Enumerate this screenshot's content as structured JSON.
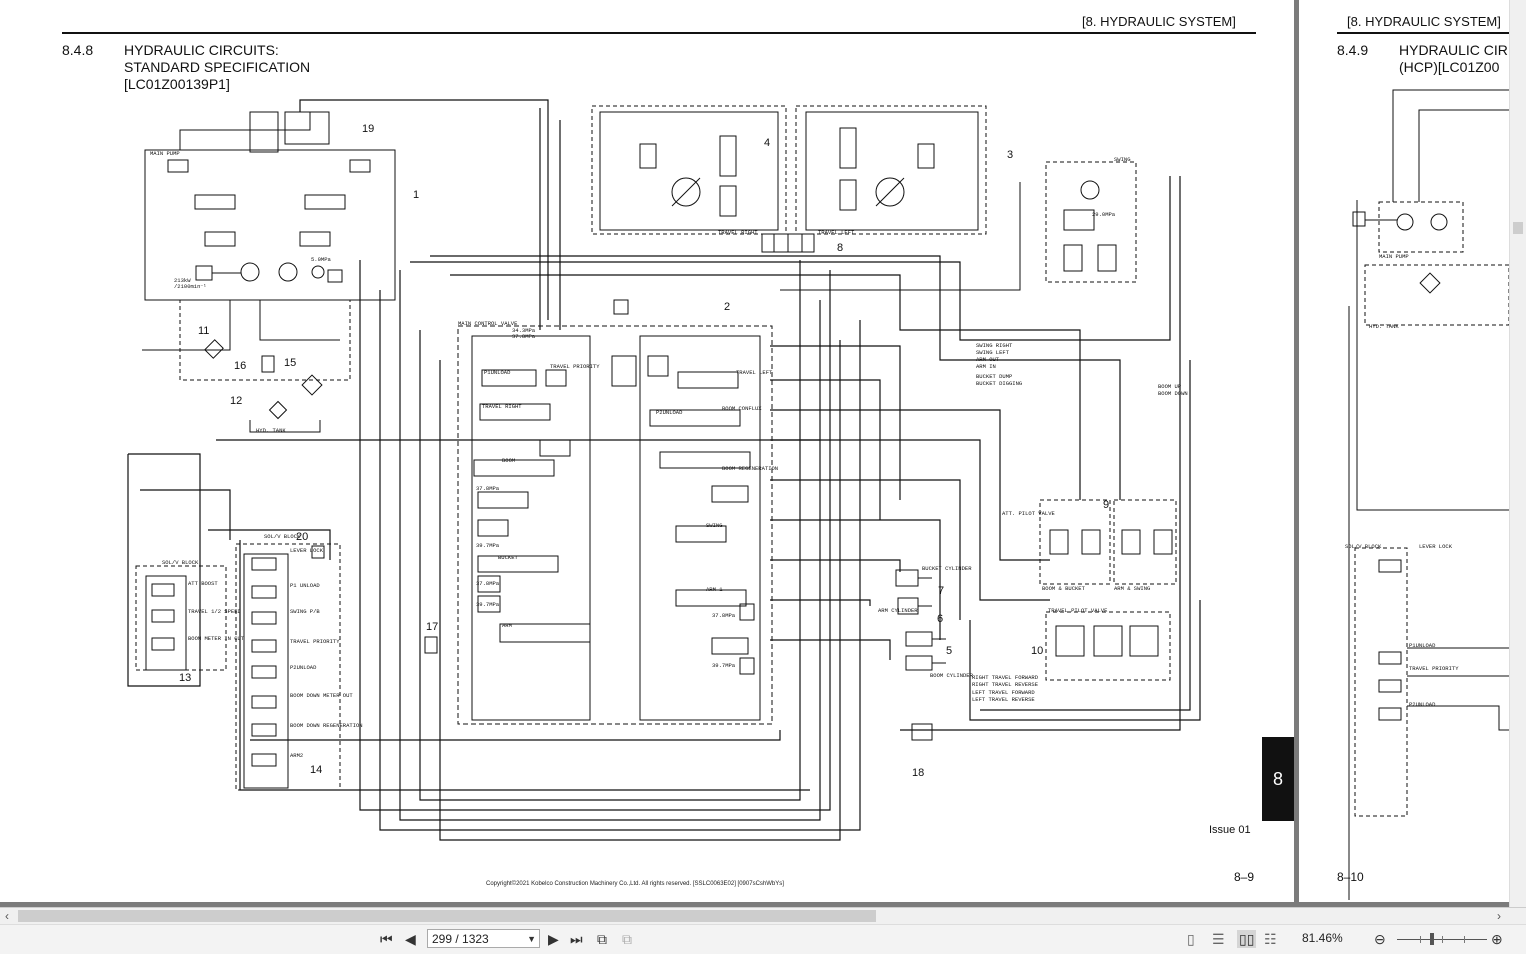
{
  "page1": {
    "header": "[8.   HYDRAULIC SYSTEM]",
    "section_number": "8.4.8",
    "section_title_lines": [
      "HYDRAULIC CIRCUITS:",
      "STANDARD SPECIFICATION",
      "[LC01Z00139P1]"
    ],
    "chapter_tab": "8",
    "issue": "Issue 01",
    "page_number": "8–9",
    "copyright": "Copyright©2021 Kobelco Construction Machinery Co.,Ltd. All rights reserved. [SSLC0063E02] [0907sCshWbYs]",
    "callouts": [
      "1",
      "2",
      "3",
      "4",
      "5",
      "6",
      "7",
      "8",
      "9",
      "10",
      "11",
      "12",
      "13",
      "14",
      "15",
      "16",
      "17",
      "18",
      "19",
      "20"
    ],
    "labels": {
      "main_pump": "MAIN PUMP",
      "motor_spec": "213kW",
      "motor_rpm": "/2100min⁻¹",
      "hyd_tank": "HYD. TANK",
      "main_control_valve": "MAIN CONTROL VALVE",
      "travel_right": "TRAVEL RIGHT",
      "travel_left": "TRAVEL LEFT",
      "swing": "SWING",
      "p1_unload": "P1UNLOAD",
      "p2_unload": "P2UNLOAD",
      "travel_priority": "TRAVEL PRIORITY",
      "boom": "BOOM",
      "boom_conflux": "BOOM CONFLUX",
      "boom_regeneration": "BOOM REGENERATION",
      "bucket": "BUCKET",
      "arm": "ARM",
      "arm_1": "ARM 1",
      "sol_v_block": "SOL/V BLOCK",
      "att_pilot_valve": "ATT. PILOT VALVE",
      "travel_pilot_valve": "TRAVEL PILOT VALVE",
      "boom_bucket": "BOOM & BUCKET",
      "arm_swing": "ARM & SWING",
      "bucket_cylinder": "BUCKET CYLINDER",
      "arm_cylinder": "ARM CYLINDER",
      "boom_cylinder": "BOOM CYLINDER",
      "swing_right": "SWING RIGHT",
      "swing_left": "SWING LEFT",
      "arm_out": "ARM OUT",
      "arm_in": "ARM IN",
      "bucket_dump": "BUCKET DUMP",
      "bucket_digging": "BUCKET DIGGING",
      "boom_up": "BOOM UP",
      "boom_down": "BOOM DOWN",
      "right_travel_forward": "RIGHT TRAVEL FORWARD",
      "right_travel_reverse": "RIGHT TRAVEL REVERSE",
      "left_travel_forward": "LEFT TRAVEL FORWARD",
      "left_travel_reverse": "LEFT TRAVEL REVERSE",
      "lever_lock": "LEVER LOCK",
      "p1_unload_sol": "P1 UNLOAD",
      "swing_pb": "SWING P/B",
      "p2unload_sol": "P2UNLOAD",
      "boom_down_meter_out": "BOOM DOWN METER OUT",
      "boom_down_regen": "BOOM DOWN REGENERATION",
      "arm2": "ARM2",
      "att_boost": "ATT BOOST",
      "travel_12_speed": "TRAVEL 1/2 SPEED",
      "boom_meter_in_cut": "BOOM METER IN CUT",
      "pressure_5": "5.0MPa",
      "pressure_343": "34.3MPa",
      "pressure_378": "37.8MPa",
      "pressure_397": "39.7MPa",
      "pressure_290": "29.0MPa"
    }
  },
  "page2": {
    "header": "[8.   HYDRAULIC SYSTEM]",
    "section_number": "8.4.9",
    "section_title_lines": [
      "HYDRAULIC CIR",
      "(HCP)[LC01Z00"
    ],
    "page_number": "8–10",
    "labels": {
      "main_pump": "MAIN PUMP",
      "hyd_tank": "HYD. TANK",
      "sol_v_block": "SOL/V BLOCK",
      "lever_lock": "LEVER LOCK",
      "p1unload": "P1UNLOAD",
      "travel_priority": "TRAVEL PRIORITY",
      "p2unload": "P2UNLOAD"
    }
  },
  "toolbar": {
    "page_field": "299 / 1323",
    "zoom": "81.46%",
    "icons": [
      "first-page-icon",
      "prev-page-icon",
      "next-page-icon",
      "last-page-icon",
      "fit-page-icon",
      "fit-width-icon",
      "single-page-icon",
      "continuous-icon",
      "two-page-icon",
      "two-page-continuous-icon",
      "zoom-out-icon",
      "zoom-in-icon"
    ]
  }
}
